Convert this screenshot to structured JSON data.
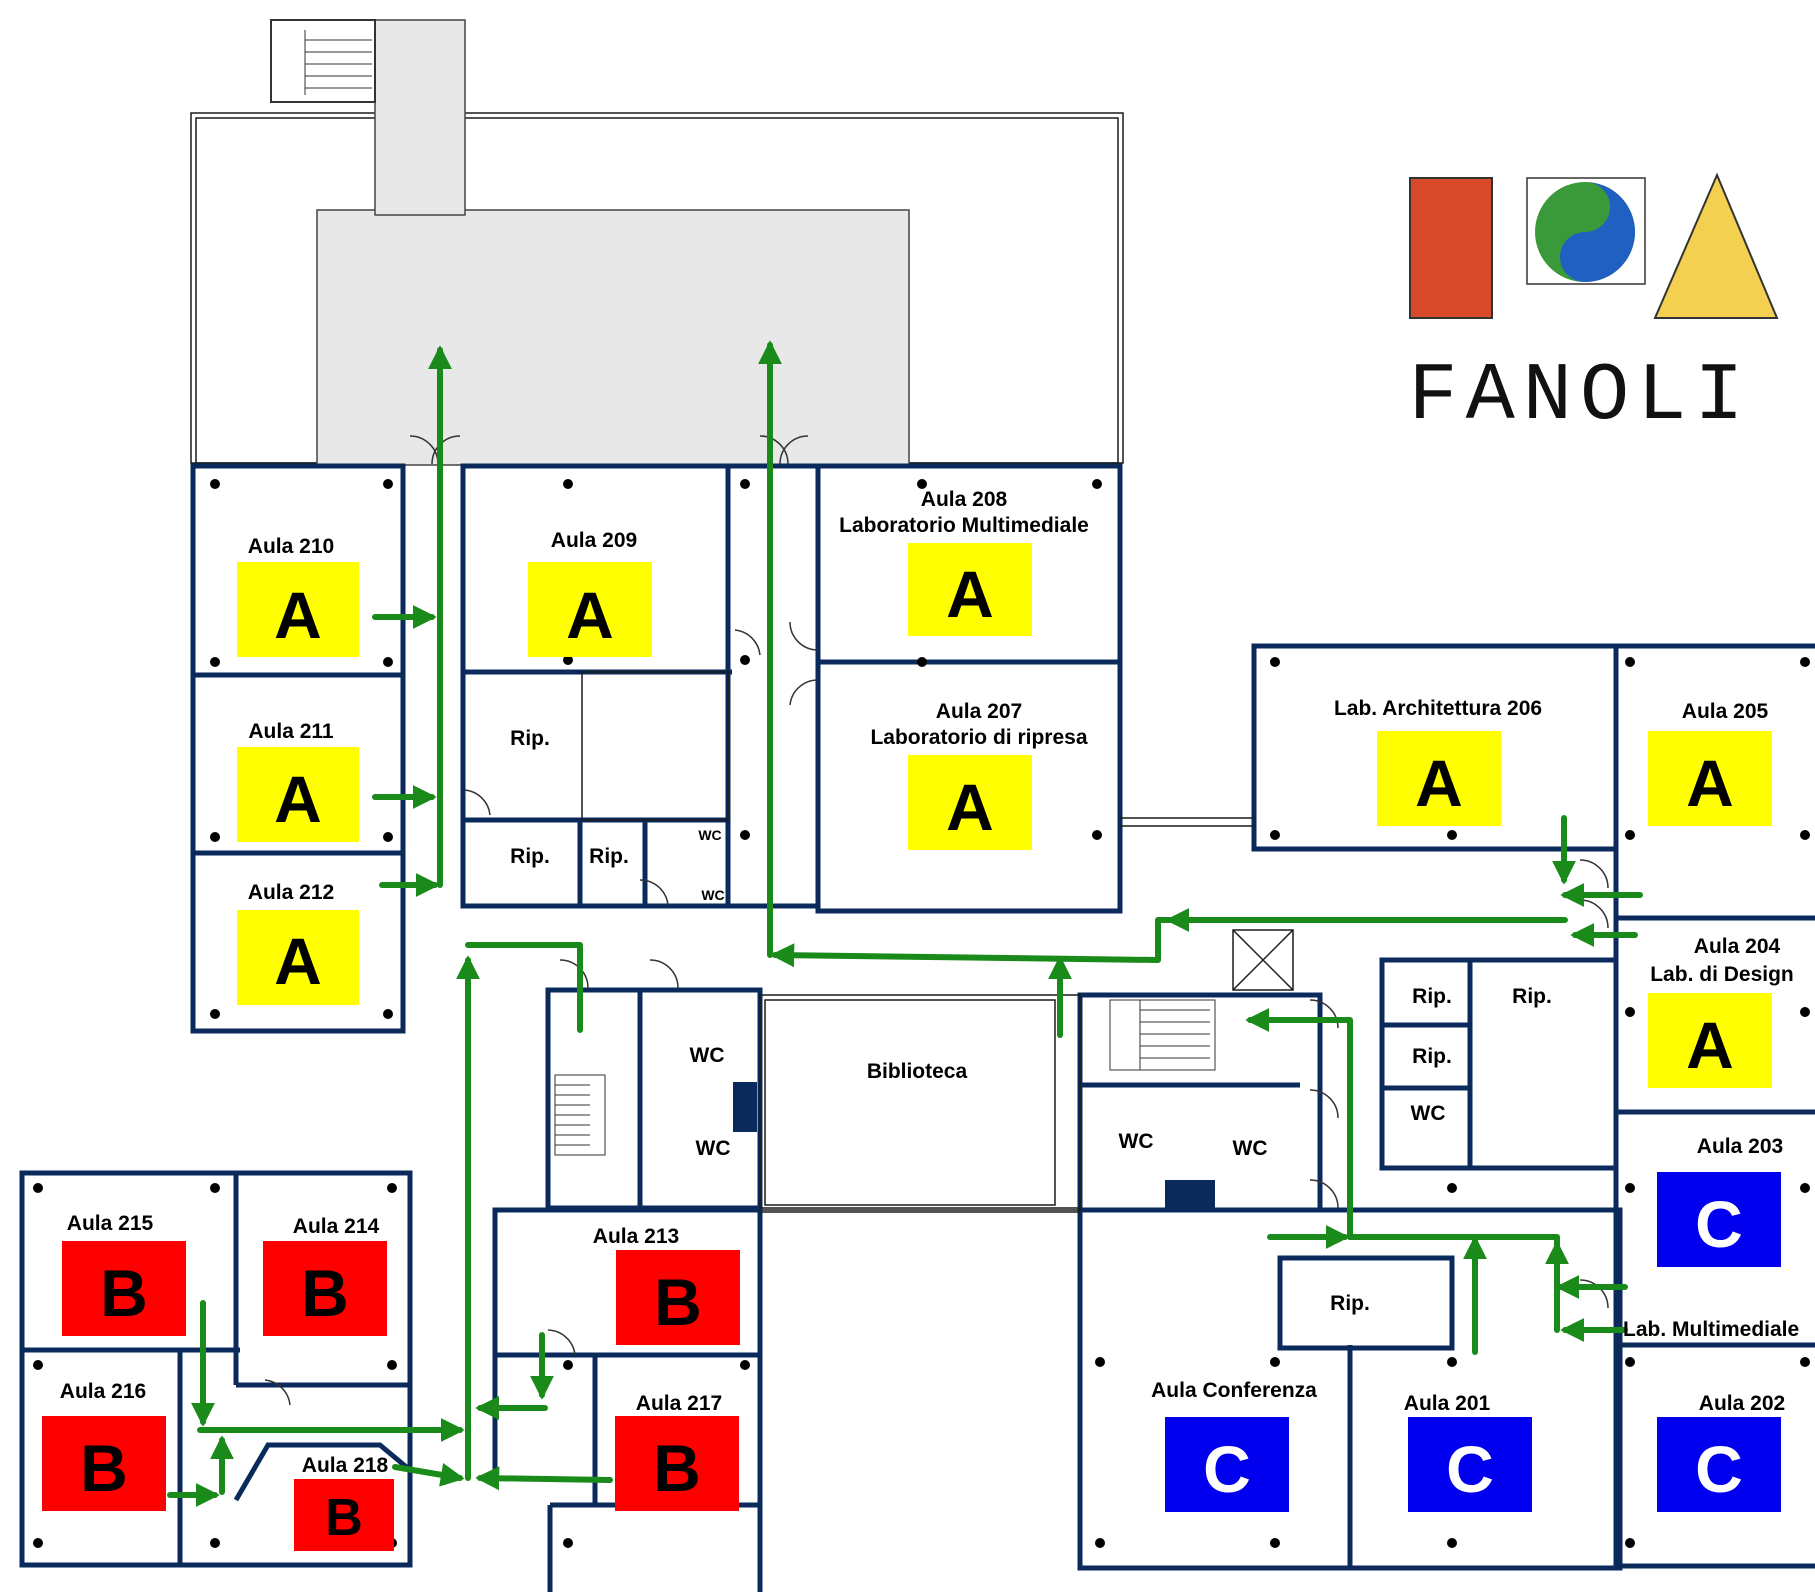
{
  "colors": {
    "A": "#ffff00",
    "B": "#ff0000",
    "C": "#0000ee",
    "route": "#1a8a1a",
    "wall": "#0b2a5c"
  },
  "rooms": {
    "r210": {
      "name": "Aula 210",
      "cat": "A"
    },
    "r209": {
      "name": "Aula 209",
      "cat": "A"
    },
    "r208": {
      "name": "Aula 208",
      "sub": "Laboratorio Multimediale",
      "cat": "A"
    },
    "r211": {
      "name": "Aula 211",
      "cat": "A"
    },
    "r212": {
      "name": "Aula 212",
      "cat": "A"
    },
    "r207": {
      "name": "Aula 207",
      "sub": "Laboratorio di ripresa",
      "cat": "A"
    },
    "r206": {
      "name": "Lab. Architettura 206",
      "cat": "A"
    },
    "r205": {
      "name": "Aula 205",
      "cat": "A"
    },
    "r204": {
      "name": "Aula 204",
      "sub": "Lab. di Design",
      "cat": "A"
    },
    "r203": {
      "name": "Aula 203",
      "cat": "C"
    },
    "r215": {
      "name": "Aula 215",
      "cat": "B"
    },
    "r214": {
      "name": "Aula 214",
      "cat": "B"
    },
    "r213": {
      "name": "Aula 213",
      "cat": "B"
    },
    "r216": {
      "name": "Aula 216",
      "cat": "B"
    },
    "r217": {
      "name": "Aula 217",
      "cat": "B"
    },
    "r218": {
      "name": "Aula 218",
      "cat": "B"
    },
    "conf": {
      "name": "Aula Conferenza",
      "cat": "C"
    },
    "r201": {
      "name": "Aula 201",
      "cat": "C"
    },
    "r202": {
      "name": "Aula 202",
      "cat": "C"
    },
    "labmm": {
      "name": "Lab. Multimediale"
    },
    "biblioteca": {
      "name": "Biblioteca"
    }
  },
  "service": {
    "rip": "Rip.",
    "wc": "WC"
  },
  "logo": {
    "text": "FANOLI"
  }
}
